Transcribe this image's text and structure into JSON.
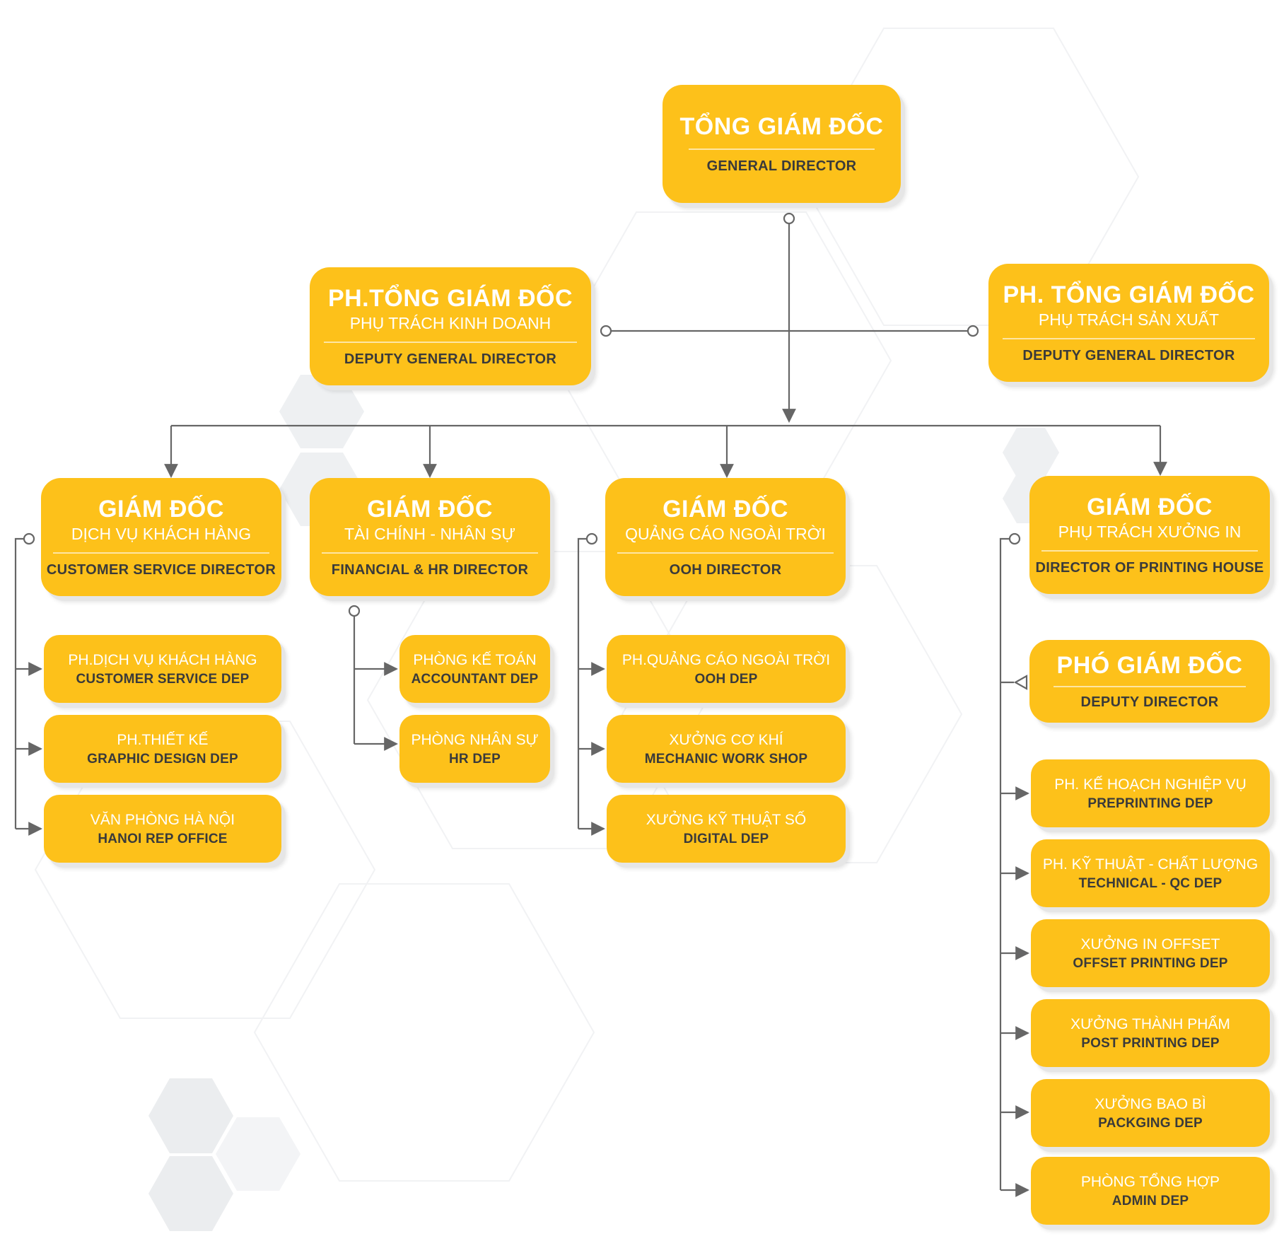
{
  "general_director": {
    "vi": "TỔNG GIÁM ĐỐC",
    "en": "GENERAL DIRECTOR"
  },
  "deputy_business": {
    "vi": "PH.TỔNG GIÁM ĐỐC",
    "vi_sub": "PHỤ TRÁCH KINH DOANH",
    "en": "DEPUTY GENERAL DIRECTOR"
  },
  "deputy_production": {
    "vi": "PH. TỔNG GIÁM ĐỐC",
    "vi_sub": "PHỤ TRÁCH SẢN XUẤT",
    "en": "DEPUTY GENERAL DIRECTOR"
  },
  "directors": [
    {
      "vi": "GIÁM ĐỐC",
      "vi_sub": "DỊCH VỤ KHÁCH HÀNG",
      "en": "CUSTOMER SERVICE DIRECTOR"
    },
    {
      "vi": "GIÁM ĐỐC",
      "vi_sub": "TÀI CHÍNH - NHÂN SỰ",
      "en": "FINANCIAL & HR DIRECTOR"
    },
    {
      "vi": "GIÁM ĐỐC",
      "vi_sub": "QUẢNG CÁO NGOÀI TRỜI",
      "en": "OOH DIRECTOR"
    },
    {
      "vi": "GIÁM ĐỐC",
      "vi_sub": "PHỤ TRÁCH XƯỞNG IN",
      "en": "DIRECTOR OF PRINTING HOUSE"
    }
  ],
  "deputy_director": {
    "vi": "PHÓ GIÁM ĐỐC",
    "en": "DEPUTY DIRECTOR"
  },
  "customer_service_depts": [
    {
      "vi": "PH.DỊCH VỤ KHÁCH HÀNG",
      "en": "CUSTOMER SERVICE DEP"
    },
    {
      "vi": "PH.THIẾT KẾ",
      "en": "GRAPHIC DESIGN DEP"
    },
    {
      "vi": "VĂN PHÒNG HÀ NỘI",
      "en": "HANOI REP OFFICE"
    }
  ],
  "finance_depts": [
    {
      "vi": "PHÒNG KẾ TOÁN",
      "en": "ACCOUNTANT DEP"
    },
    {
      "vi": "PHÒNG NHÂN SỰ",
      "en": "HR DEP"
    }
  ],
  "ooh_depts": [
    {
      "vi": "PH.QUẢNG CÁO NGOÀI TRỜI",
      "en": "OOH DEP"
    },
    {
      "vi": "XƯỞNG CƠ KHÍ",
      "en": "MECHANIC WORK SHOP"
    },
    {
      "vi": "XƯỞNG KỸ THUẬT SỐ",
      "en": "DIGITAL DEP"
    }
  ],
  "printing_depts": [
    {
      "vi": "PH. KẾ HOẠCH NGHIỆP VỤ",
      "en": "PREPRINTING DEP"
    },
    {
      "vi": "PH. KỸ THUẬT - CHẤT LƯỢNG",
      "en": "TECHNICAL - QC DEP"
    },
    {
      "vi": "XƯỞNG IN OFFSET",
      "en": "OFFSET PRINTING DEP"
    },
    {
      "vi": "XƯỞNG THÀNH PHẨM",
      "en": "POST PRINTING DEP"
    },
    {
      "vi": "XƯỞNG BAO BÌ",
      "en": "PACKGING DEP"
    },
    {
      "vi": "PHÒNG TỔNG HỢP",
      "en": "ADMIN DEP"
    }
  ],
  "colors": {
    "box": "#FDC11A",
    "line": "#666666",
    "dark_text": "#3a3a3a",
    "light_text": "#ffffff",
    "hexagon": "#eceef0"
  }
}
